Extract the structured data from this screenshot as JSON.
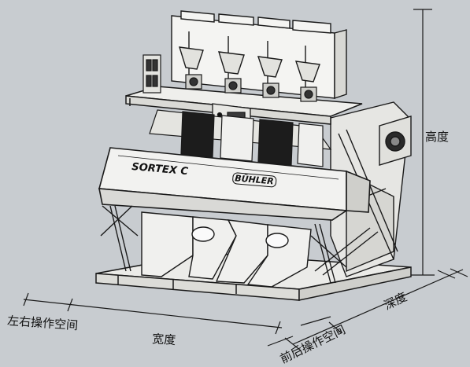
{
  "colors": {
    "background": "#c8ccd0",
    "line": "#1a1a1a",
    "machine_fill": "#f2f2f0",
    "machine_shade": "#d9d9d6",
    "dark_belt": "#1c1c1c"
  },
  "machine": {
    "model_label": "SORTEX C",
    "brand_label": "BÜHLER"
  },
  "dimensions": {
    "height_label": "高度",
    "depth_label": "深度",
    "width_label": "宽度",
    "left_right_space_label": "左右操作空间",
    "front_back_space_label": "前后操作空间"
  }
}
